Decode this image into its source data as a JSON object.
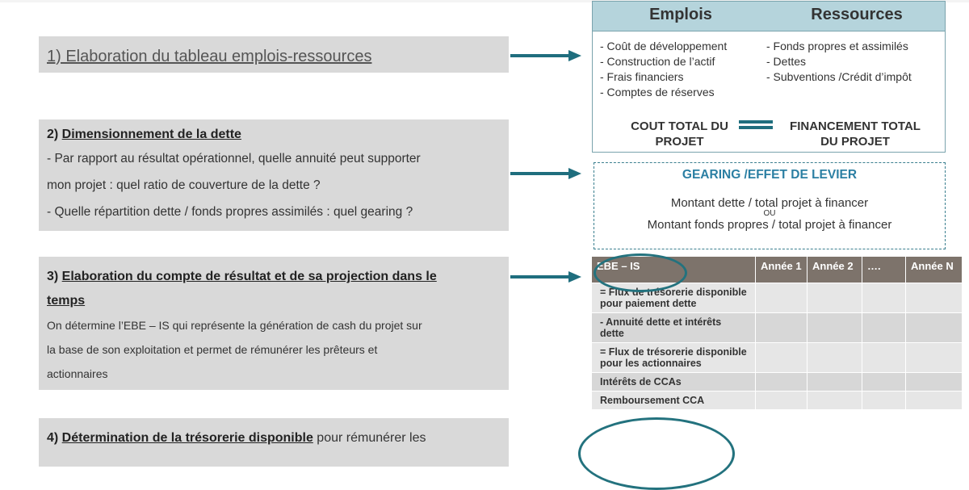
{
  "step1": {
    "title": "1) Elaboration du tableau emplois-ressources"
  },
  "step2": {
    "number": "2) ",
    "title": "Dimensionnement de la dette",
    "lines": [
      "- Par rapport au résultat opérationnel, quelle annuité peut supporter",
      "mon projet : quel ratio de couverture de la dette ?",
      "- Quelle répartition dette / fonds propres assimilés : quel gearing ?"
    ]
  },
  "step3": {
    "number": "3) ",
    "title_line1": "Elaboration du compte de résultat et de sa projection dans le",
    "title_line2": "temps",
    "lines": [
      "On détermine l’EBE – IS qui représente la génération de cash du projet sur",
      "la base de son exploitation et permet de rémunérer les prêteurs et",
      "actionnaires"
    ]
  },
  "step4": {
    "number": "4) ",
    "title": "Détermination de la trésorerie disponible",
    "tail": " pour rémunérer les"
  },
  "emplois_ressources": {
    "header_left": "Emplois",
    "header_right": "Ressources",
    "emplois": [
      "- Coût de développement",
      "- Construction de l’actif",
      "- Frais financiers",
      "- Comptes de réserves"
    ],
    "ressources": [
      "- Fonds propres et assimilés",
      "- Dettes",
      "- Subventions /Crédit d’impôt"
    ],
    "total_left_1": "COUT TOTAL DU",
    "total_left_2": "PROJET",
    "total_right_1": "FINANCEMENT TOTAL",
    "total_right_2": "DU PROJET"
  },
  "gearing": {
    "title": "GEARING /EFFET DE LEVIER",
    "line1": "Montant dette / total projet à financer",
    "or": "OU",
    "line2": "Montant fonds propres / total projet à financer"
  },
  "cashflow_table": {
    "headers": [
      "EBE – IS",
      "Année 1",
      "Année 2",
      "….",
      "Année N"
    ],
    "rows": [
      "= Flux de trésorerie disponible pour paiement dette",
      "- Annuité dette et intérêts dette",
      "= Flux de trésorerie disponible pour les actionnaires",
      "Intérêts de CCAs",
      "Remboursement CCA"
    ]
  },
  "colors": {
    "arrow": "#1f6e7e",
    "header_fill": "#b5d4dc",
    "gearing_title": "#2b7fa3",
    "table_header": "#7d736b",
    "ellipse": "#23727e"
  }
}
